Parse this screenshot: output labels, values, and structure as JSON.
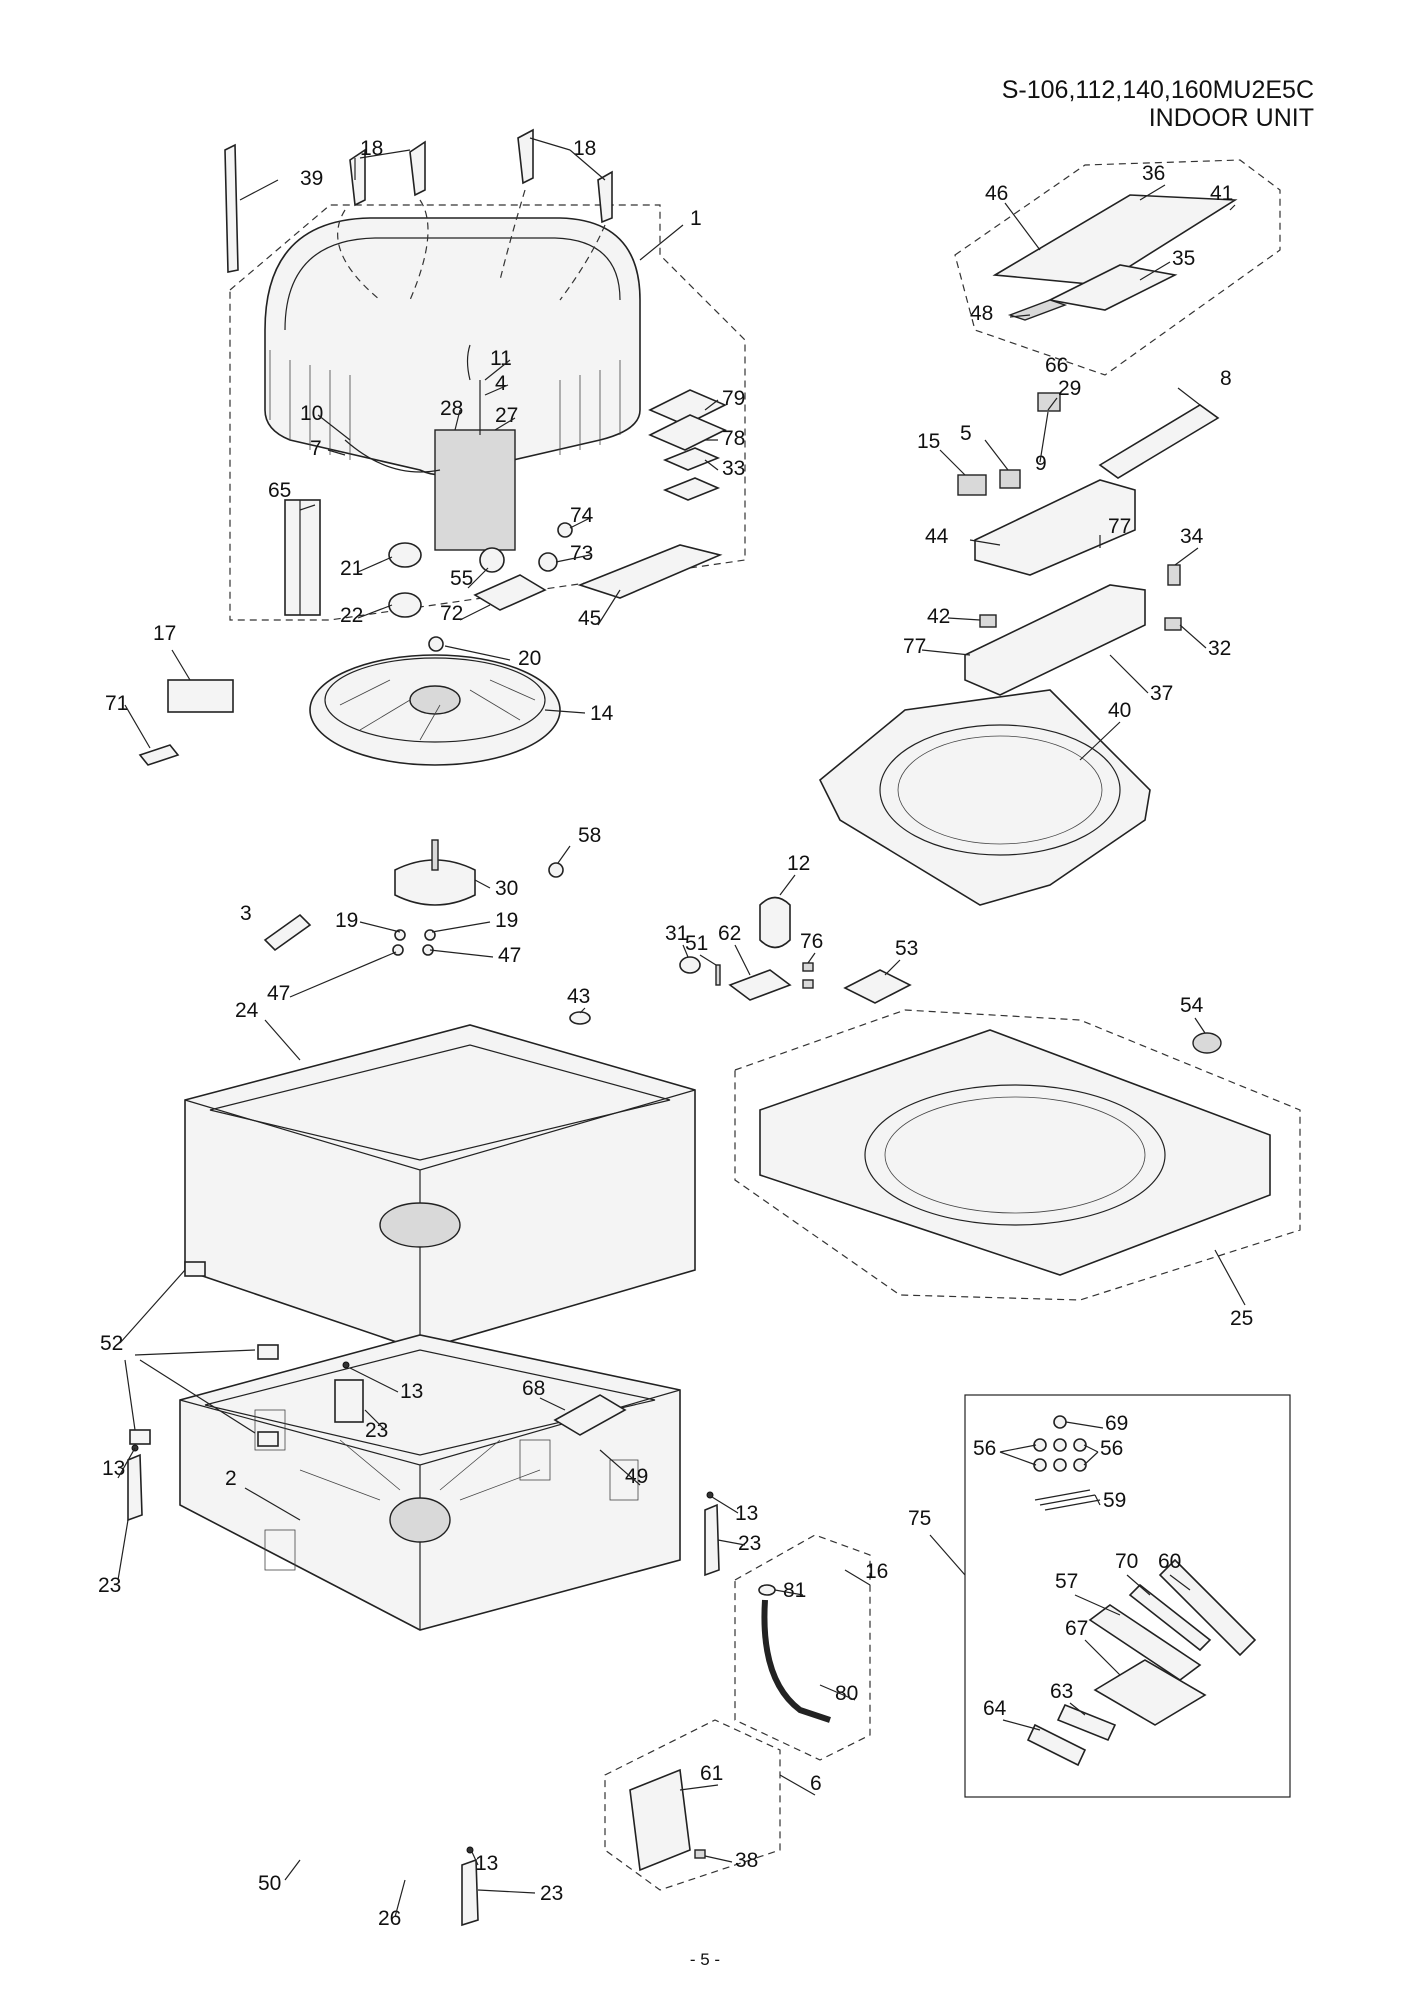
{
  "header": {
    "model": "S-106,112,140,160MU2E5C",
    "unit": "INDOOR UNIT"
  },
  "callouts": [
    "1",
    "2",
    "3",
    "4",
    "5",
    "6",
    "7",
    "8",
    "9",
    "10",
    "11",
    "12",
    "13",
    "14",
    "15",
    "16",
    "17",
    "18",
    "19",
    "20",
    "21",
    "22",
    "23",
    "24",
    "25",
    "26",
    "27",
    "28",
    "29",
    "30",
    "31",
    "32",
    "33",
    "34",
    "35",
    "36",
    "37",
    "38",
    "39",
    "40",
    "41",
    "42",
    "43",
    "44",
    "45",
    "46",
    "47",
    "48",
    "49",
    "50",
    "51",
    "52",
    "53",
    "54",
    "55",
    "56",
    "57",
    "58",
    "59",
    "60",
    "61",
    "62",
    "63",
    "64",
    "65",
    "66",
    "67",
    "68",
    "69",
    "70",
    "71",
    "72",
    "73",
    "74",
    "75",
    "76",
    "77",
    "78",
    "79",
    "80",
    "81"
  ],
  "footer": {
    "page": "- 5 -"
  }
}
